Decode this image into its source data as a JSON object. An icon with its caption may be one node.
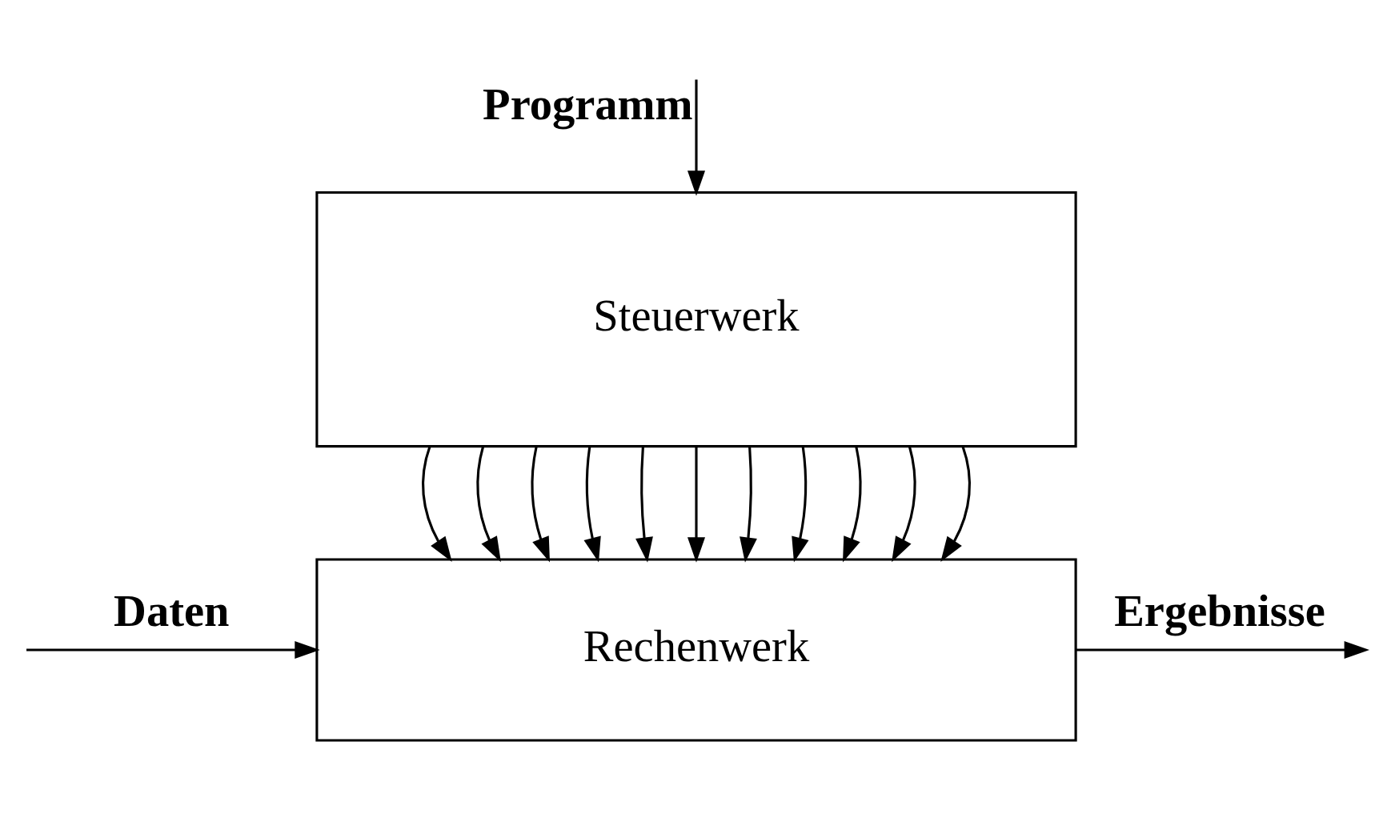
{
  "diagram": {
    "nodes": [
      {
        "text": [
          "Steuerwerk"
        ]
      },
      {
        "text": [
          "Rechenwerk"
        ]
      }
    ],
    "edges": [
      {
        "from": null,
        "to": 0,
        "arrow": "to",
        "label": "Programm"
      },
      {
        "from": 0,
        "to": 1,
        "arrow": "to"
      },
      {
        "from": 0,
        "to": 1,
        "arrow": "to"
      },
      {
        "from": 0,
        "to": 1,
        "arrow": "to"
      },
      {
        "from": 0,
        "to": 1,
        "arrow": "to"
      },
      {
        "from": 0,
        "to": 1,
        "arrow": "to"
      },
      {
        "from": 0,
        "to": 1,
        "arrow": "to"
      },
      {
        "from": 0,
        "to": 1,
        "arrow": "to"
      },
      {
        "from": 0,
        "to": 1,
        "arrow": "to"
      },
      {
        "from": 0,
        "to": 1,
        "arrow": "to"
      },
      {
        "from": 0,
        "to": 1,
        "arrow": "to"
      },
      {
        "from": 0,
        "to": 1,
        "arrow": "to"
      },
      {
        "from": null,
        "to": 1,
        "arrow": "to",
        "label": "Daten"
      },
      {
        "from": 1,
        "to": null,
        "arrow": "to",
        "label": "Ergebnisse"
      }
    ]
  }
}
